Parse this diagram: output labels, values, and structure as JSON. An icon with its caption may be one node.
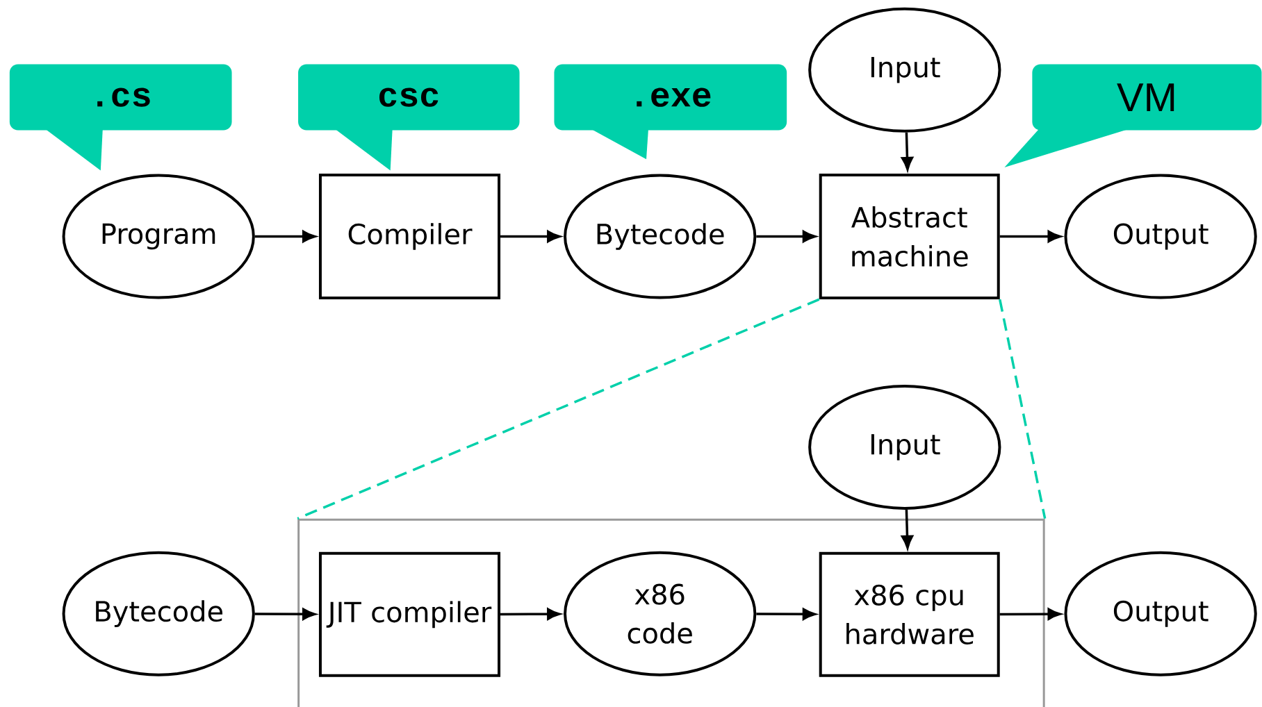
{
  "diagram": {
    "nodes": [
      {
        "text": [
          ".cs"
        ]
      },
      {
        "text": [
          "csc"
        ]
      },
      {
        "text": [
          ".exe"
        ]
      },
      {
        "text": [
          "Input"
        ]
      },
      {
        "text": [
          "VM"
        ]
      },
      {
        "text": [
          "Program"
        ]
      },
      {
        "text": [
          "Compiler"
        ]
      },
      {
        "text": [
          "Bytecode"
        ]
      },
      {
        "text": [
          "Abstract machine"
        ]
      },
      {
        "text": [
          "Output"
        ]
      },
      {
        "text": [
          "Input"
        ]
      },
      {
        "text": [],
        "shape": "box"
      },
      {
        "text": [
          "Bytecode"
        ]
      },
      {
        "text": [
          "JIT compiler"
        ],
        "in": 11
      },
      {
        "text": [
          "x86 code"
        ],
        "in": 11
      },
      {
        "text": [
          "x86 cpu hardware"
        ],
        "in": 11
      },
      {
        "text": [
          "Output"
        ]
      }
    ],
    "edges": [
      {
        "from": 5,
        "to": 6,
        "arrow": "to"
      },
      {
        "from": 6,
        "to": 7,
        "arrow": "to"
      },
      {
        "from": 7,
        "to": 8,
        "arrow": "to"
      },
      {
        "from": 8,
        "to": 9,
        "arrow": "to"
      },
      {
        "from": 3,
        "to": 8,
        "arrow": "to"
      },
      {
        "from": 8,
        "to": 11,
        "arrow": "none",
        "style": "dashed",
        "color": "#00d0aa"
      },
      {
        "from": 8,
        "to": 11,
        "arrow": "none",
        "style": "dashed",
        "color": "#00d0aa"
      },
      {
        "from": 12,
        "to": 13,
        "arrow": "to"
      },
      {
        "from": 13,
        "to": 14,
        "arrow": "to"
      },
      {
        "from": 14,
        "to": 15,
        "arrow": "to"
      },
      {
        "from": 15,
        "to": 16,
        "arrow": "to"
      },
      {
        "from": 10,
        "to": 15,
        "arrow": "to"
      }
    ]
  }
}
